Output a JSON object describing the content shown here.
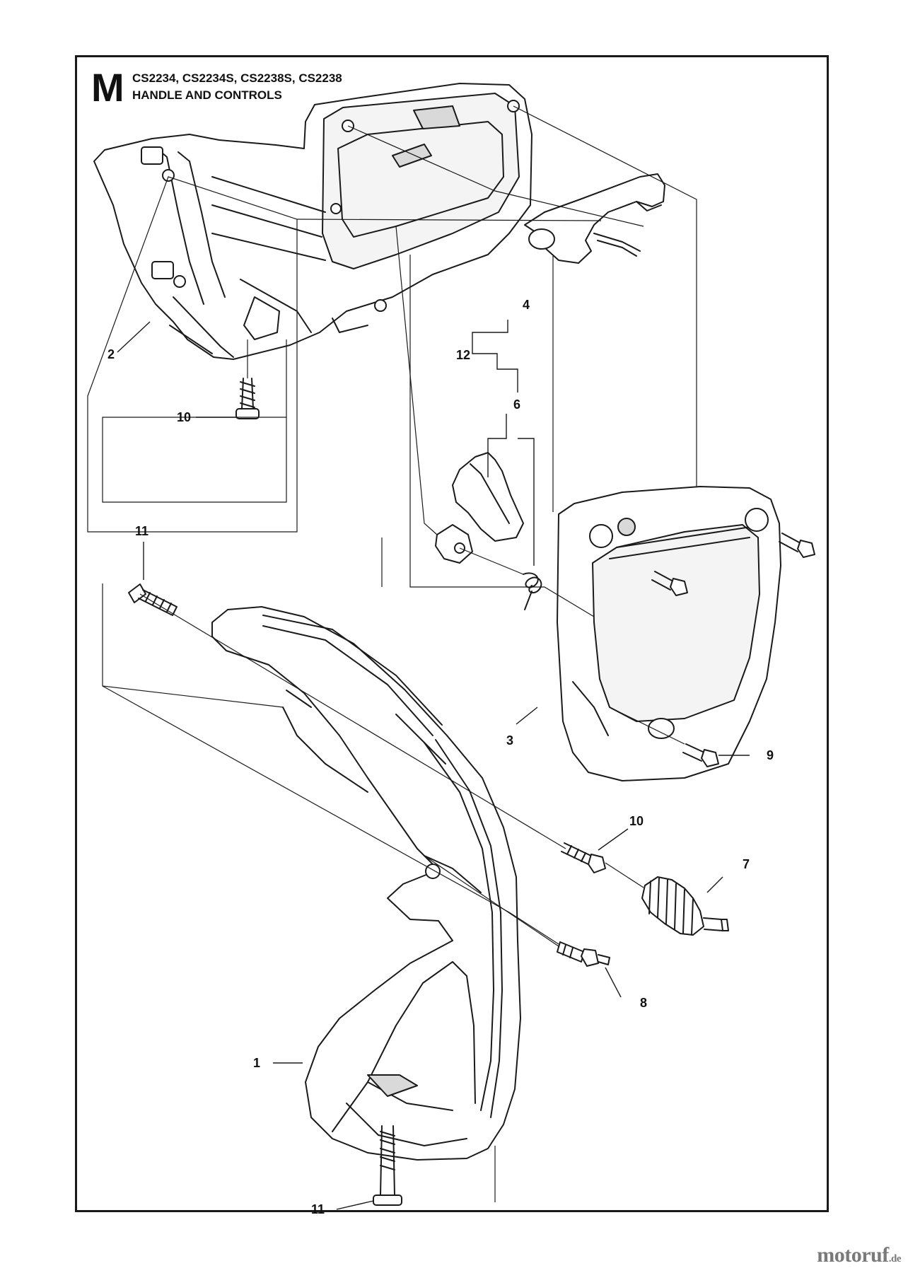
{
  "header": {
    "section_letter": "M",
    "models": "CS2234, CS2234S, CS2238S, CS2238",
    "title": "HANDLE AND CONTROLS"
  },
  "callouts": [
    "1",
    "2",
    "3",
    "4",
    "6",
    "7",
    "8",
    "9",
    "10",
    "10",
    "11",
    "11",
    "12"
  ],
  "watermark": {
    "brand": "motoruf",
    "suffix": ".de"
  },
  "colors": {
    "line": "#1a1a1a",
    "shade": "#d9d9d9",
    "watermark": "#7a7a7a"
  }
}
